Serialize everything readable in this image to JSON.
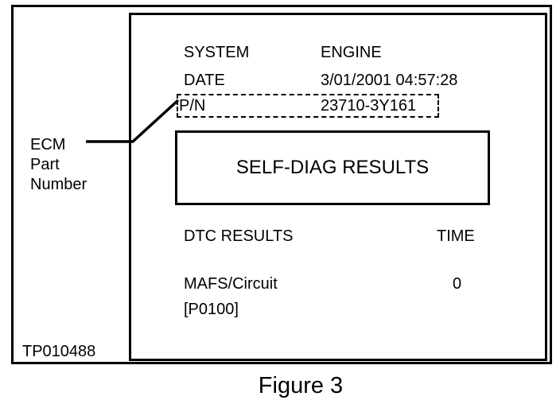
{
  "screen": {
    "system_label": "SYSTEM",
    "system_value": "ENGINE",
    "date_label": "DATE",
    "date_value": "3/01/2001 04:57:28",
    "pn_label": "P/N",
    "pn_value": "23710-3Y161",
    "results_title": "SELF-DIAG RESULTS",
    "dtc_header": "DTC RESULTS",
    "time_header": "TIME",
    "dtc_name": "MAFS/Circuit",
    "dtc_code": "[P0100]",
    "dtc_time": "0"
  },
  "callout": {
    "line1": "ECM",
    "line2": "Part",
    "line3": "Number"
  },
  "figure_id": "TP010488",
  "caption": "Figure 3"
}
